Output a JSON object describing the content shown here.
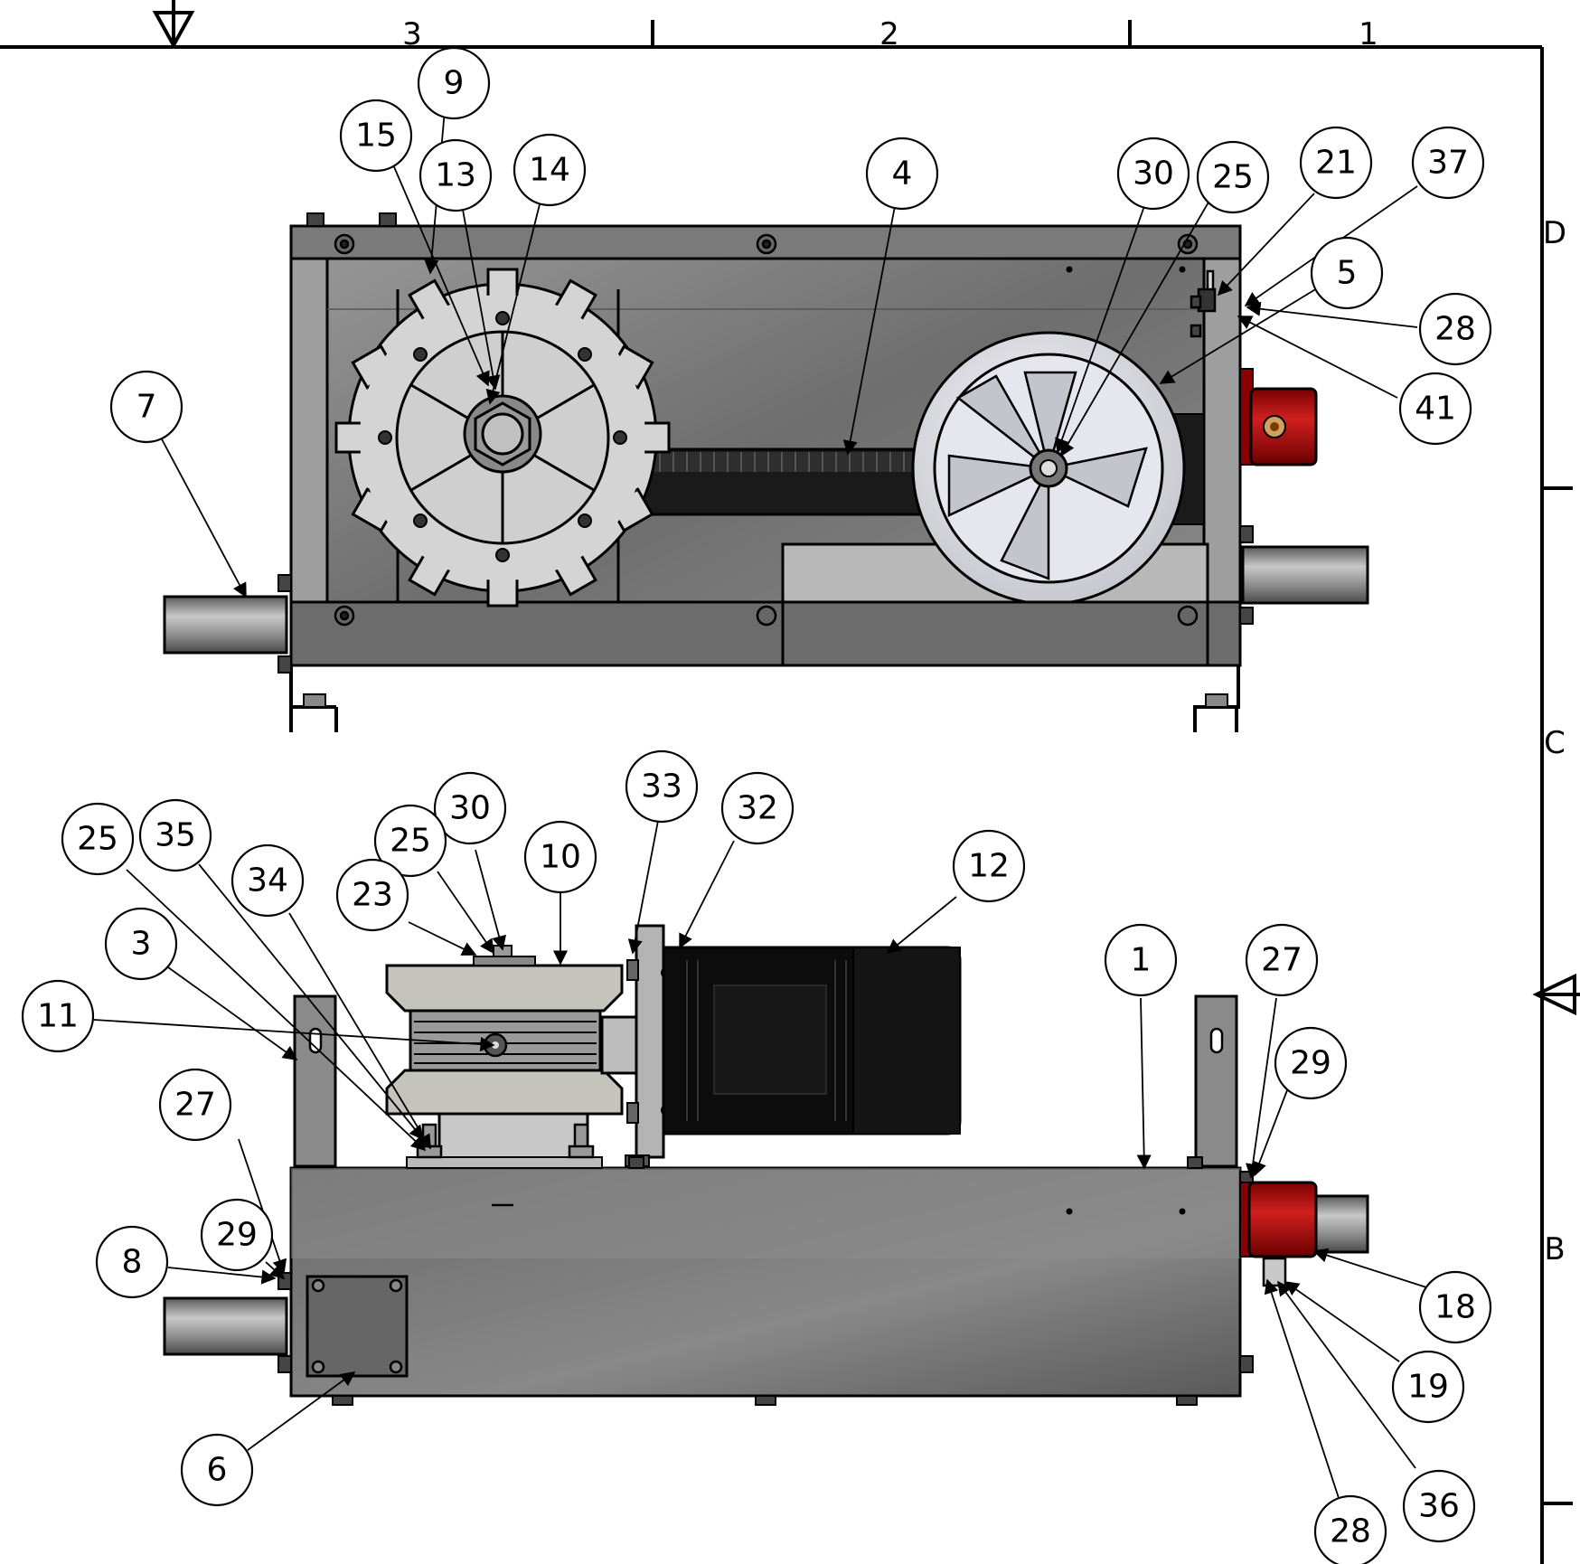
{
  "zones": {
    "top": [
      "3",
      "2",
      "1"
    ],
    "right": [
      "D",
      "C",
      "B"
    ]
  },
  "balloons": {
    "top_view": [
      "9",
      "15",
      "13",
      "14",
      "4",
      "30",
      "25",
      "21",
      "37",
      "5",
      "28",
      "41",
      "7"
    ],
    "front_view": [
      "33",
      "32",
      "30",
      "25",
      "35",
      "25",
      "10",
      "12",
      "34",
      "23",
      "3",
      "11",
      "1",
      "27",
      "29",
      "27",
      "29",
      "8",
      "18",
      "19",
      "6",
      "36",
      "28"
    ]
  },
  "colors": {
    "housing": "#8a8a8a",
    "motor": "#0a0a0a",
    "encoder": "#b01010",
    "gear": "#d8d8d8"
  }
}
